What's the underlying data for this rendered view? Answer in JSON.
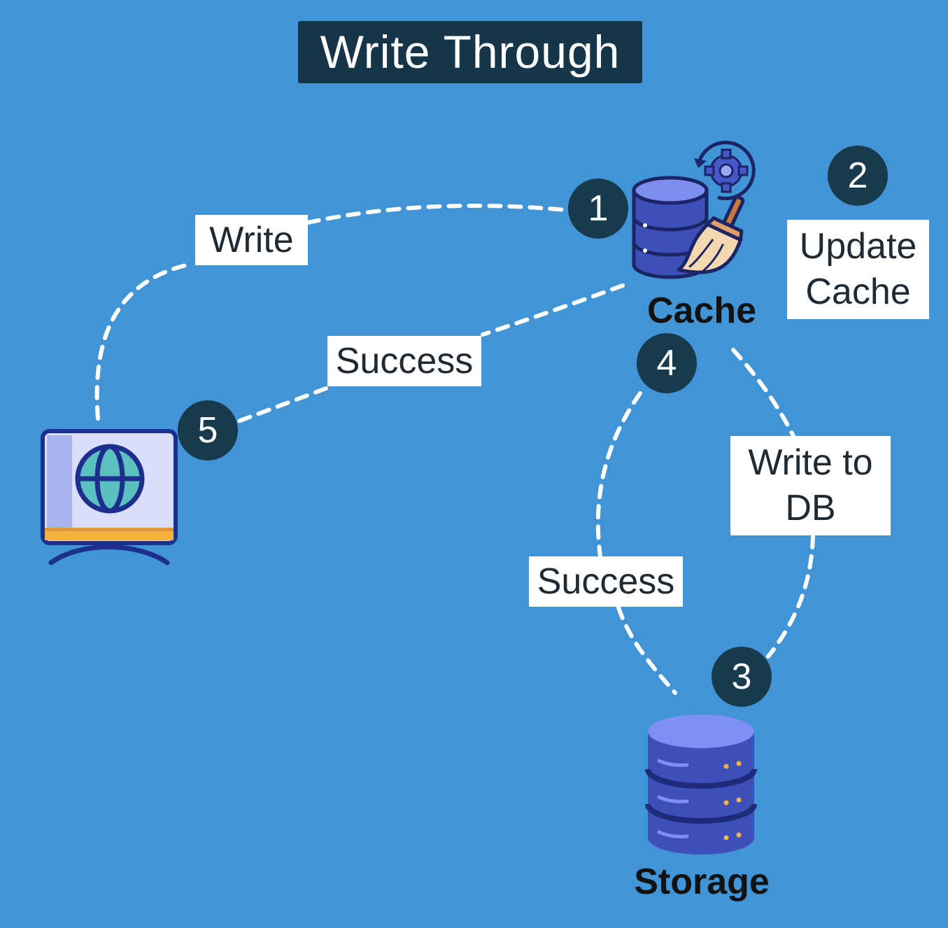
{
  "title": "Write Through",
  "nodes": {
    "client": {
      "icon": "globe-monitor-icon"
    },
    "cache": {
      "label": "Cache",
      "icon": "cache-database-icon"
    },
    "storage": {
      "label": "Storage",
      "icon": "storage-database-icon"
    }
  },
  "edges": [
    {
      "id": "write",
      "from": "client",
      "to": "cache",
      "label": "Write",
      "step": "1"
    },
    {
      "id": "update-cache",
      "from": "cache",
      "to": "cache",
      "label_lines": [
        "Update",
        "Cache"
      ],
      "step": "2"
    },
    {
      "id": "write-to-db",
      "from": "cache",
      "to": "storage",
      "label_lines": [
        "Write to",
        "DB"
      ],
      "step": "3"
    },
    {
      "id": "success-storage",
      "from": "storage",
      "to": "cache",
      "label": "Success",
      "step": "4"
    },
    {
      "id": "success-client",
      "from": "cache",
      "to": "client",
      "label": "Success",
      "step": "5"
    }
  ],
  "colors": {
    "background": "#4194d5",
    "title_bg": "#163548",
    "badge_bg": "#173a4d",
    "connector": "#ffffff",
    "label_bg": "#ffffff",
    "database": "#3d4fb8",
    "monitor": "#d9defa"
  }
}
